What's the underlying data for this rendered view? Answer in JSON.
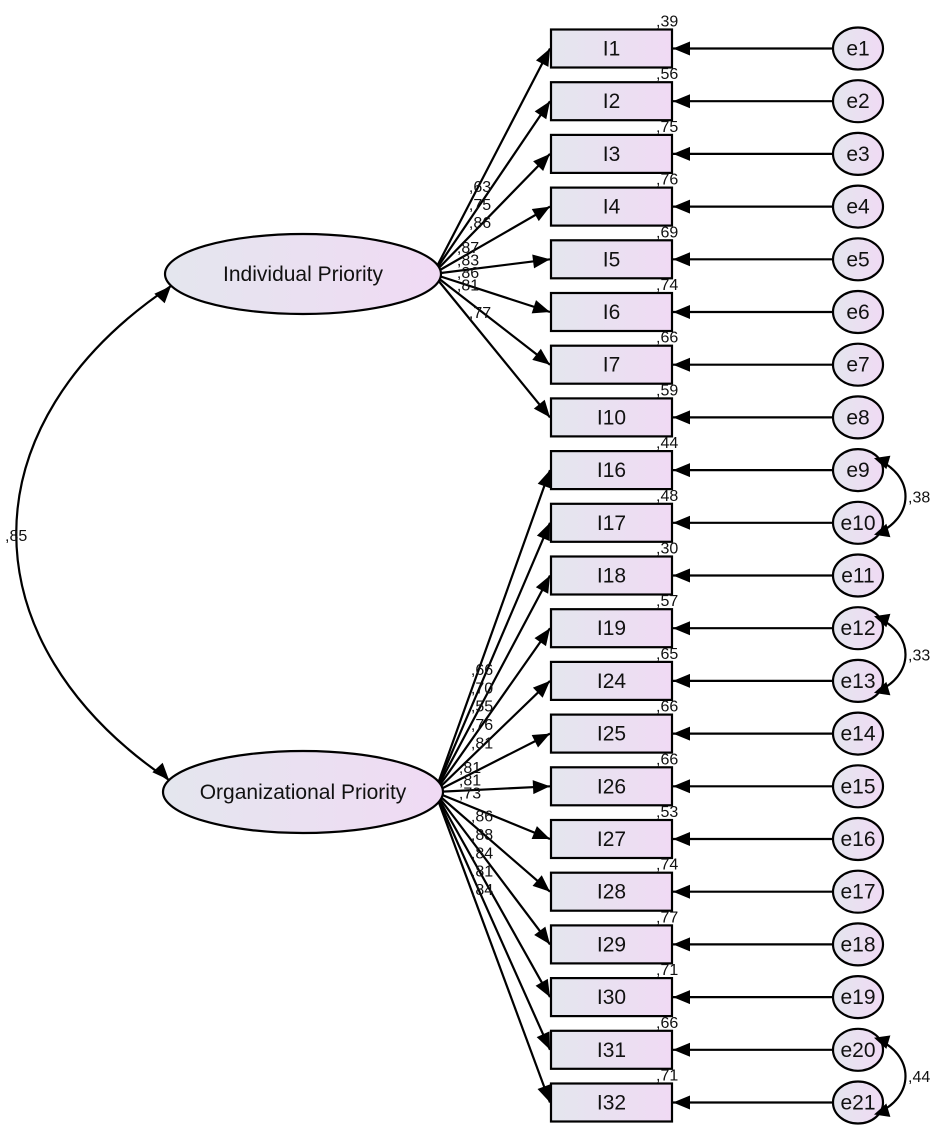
{
  "latents": [
    {
      "id": "individual",
      "label": "Individual Priority"
    },
    {
      "id": "organizational",
      "label": "Organizational Priority"
    }
  ],
  "factor_correlation": ",85",
  "indicators": [
    {
      "label": "I1",
      "factor": "individual",
      "loading": ",63",
      "r2": ",39",
      "error": "e1"
    },
    {
      "label": "I2",
      "factor": "individual",
      "loading": ",75",
      "r2": ",56",
      "error": "e2"
    },
    {
      "label": "I3",
      "factor": "individual",
      "loading": ",86",
      "r2": ",75",
      "error": "e3"
    },
    {
      "label": "I4",
      "factor": "individual",
      "loading": ",87",
      "r2": ",76",
      "error": "e4"
    },
    {
      "label": "I5",
      "factor": "individual",
      "loading": ",83",
      "r2": ",69",
      "error": "e5"
    },
    {
      "label": "I6",
      "factor": "individual",
      "loading": ",86",
      "r2": ",74",
      "error": "e6"
    },
    {
      "label": "I7",
      "factor": "individual",
      "loading": ",81",
      "r2": ",66",
      "error": "e7"
    },
    {
      "label": "I10",
      "factor": "individual",
      "loading": ",77",
      "r2": ",59",
      "error": "e8"
    },
    {
      "label": "I16",
      "factor": "organizational",
      "loading": ",66",
      "r2": ",44",
      "error": "e9"
    },
    {
      "label": "I17",
      "factor": "organizational",
      "loading": ",70",
      "r2": ",48",
      "error": "e10"
    },
    {
      "label": "I18",
      "factor": "organizational",
      "loading": ",55",
      "r2": ",30",
      "error": "e11"
    },
    {
      "label": "I19",
      "factor": "organizational",
      "loading": ",76",
      "r2": ",57",
      "error": "e12"
    },
    {
      "label": "I24",
      "factor": "organizational",
      "loading": ",81",
      "r2": ",65",
      "error": "e13"
    },
    {
      "label": "I25",
      "factor": "organizational",
      "loading": ",81",
      "r2": ",66",
      "error": "e14"
    },
    {
      "label": "I26",
      "factor": "organizational",
      "loading": ",81",
      "r2": ",66",
      "error": "e15"
    },
    {
      "label": "I27",
      "factor": "organizational",
      "loading": ",73",
      "r2": ",53",
      "error": "e16"
    },
    {
      "label": "I28",
      "factor": "organizational",
      "loading": ",86",
      "r2": ",74",
      "error": "e17"
    },
    {
      "label": "I29",
      "factor": "organizational",
      "loading": ",88",
      "r2": ",77",
      "error": "e18"
    },
    {
      "label": "I30",
      "factor": "organizational",
      "loading": ",84",
      "r2": ",71",
      "error": "e19"
    },
    {
      "label": "I31",
      "factor": "organizational",
      "loading": ",81",
      "r2": ",66",
      "error": "e20"
    },
    {
      "label": "I32",
      "factor": "organizational",
      "loading": ",84",
      "r2": ",71",
      "error": "e21"
    }
  ],
  "error_covariances": [
    {
      "from": "e9",
      "to": "e10",
      "value": ",38"
    },
    {
      "from": "e12",
      "to": "e13",
      "value": ",33"
    },
    {
      "from": "e20",
      "to": "e21",
      "value": ",44"
    }
  ],
  "colors": {
    "fill_start": "#e4e6ee",
    "fill_end": "#f0daf4",
    "stroke": "#000000"
  }
}
